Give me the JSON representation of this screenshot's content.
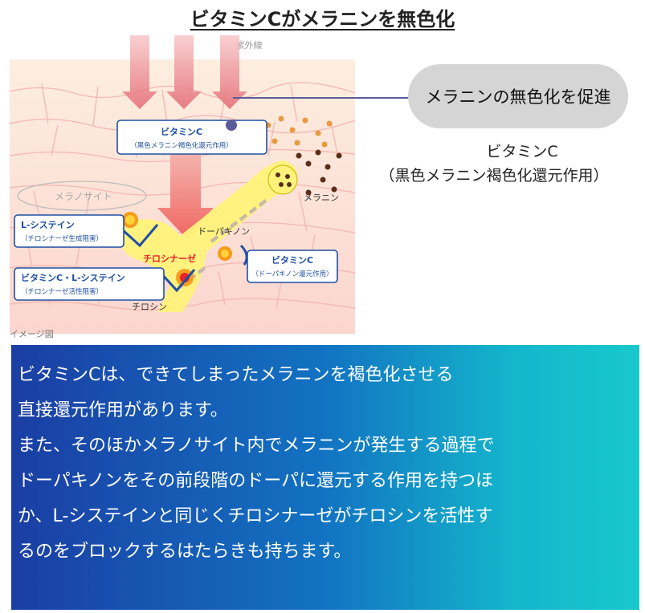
{
  "title": "ビタミンCがメラニンを無色化",
  "illustration": {
    "uv_label": "紫外線",
    "label_vitc_top_1": "ビタミンC",
    "label_vitc_top_2": "（黒色メラニン褐色化還元作用）",
    "label_melanocyte": "メラノサイト",
    "label_melanin": "メラニン",
    "label_lcys_1": "L-システイン",
    "label_lcys_2": "（チロシナーゼ生成阻害）",
    "label_dopaquinone": "ドーパキノン",
    "label_tyrosinase": "チロシナーゼ",
    "label_vitc_right_1": "ビタミンC",
    "label_vitc_right_2": "（ドーパキノン還元作用）",
    "label_vitc_lcys_1": "ビタミンC・L-システイン",
    "label_vitc_lcys_2": "（チロシナーゼ活性阻害）",
    "label_tyrosine": "チロシン",
    "caption": "イメージ図"
  },
  "callout": {
    "text": "メラニンの無色化を促進",
    "sub_line1": "ビタミンC",
    "sub_line2": "（黒色メラニン褐色化還元作用）"
  },
  "description": {
    "text": "ビタミンCは、できてしまったメラニンを褐色化させる\n直接還元作用があります。\nまた、そのほかメラノサイト内でメラニンが発生する過程で\nドーパキノンをその前段階のドーパに還元する作用を持つほ\nか、L-システインと同じくチロシナーゼがチロシンを活性す\nるのをブロックするはたらきも持ちます。"
  },
  "colors": {
    "skin": "#fbd6cf",
    "melanocyte": "#fff27a",
    "label_blue": "#1f4fa3",
    "callout_bg": "#d5d5d5",
    "box_gradient_start": "#1b3ea4",
    "box_gradient_end": "#18c8cc"
  }
}
